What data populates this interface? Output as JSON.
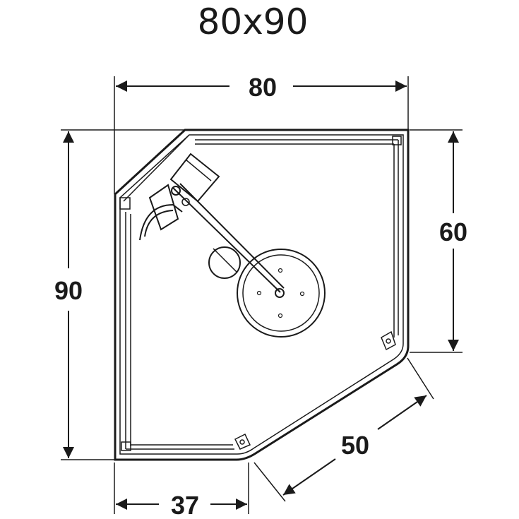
{
  "title": "80x90",
  "dimensions": {
    "width_top": "80",
    "height_left": "90",
    "height_right": "60",
    "diagonal": "50",
    "width_bottom": "37"
  },
  "colors": {
    "line": "#1a1a1a",
    "background": "#ffffff",
    "fitting_fill": "#f0f0f0"
  },
  "icons": [
    "shower-head-icon",
    "wall-mount-icon",
    "drain-icon",
    "hinge-icon"
  ]
}
